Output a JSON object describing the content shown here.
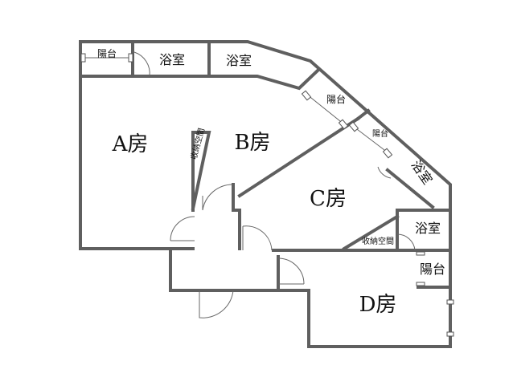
{
  "floor_plan": {
    "rooms": {
      "room_a": "A房",
      "room_b": "B房",
      "room_c": "C房",
      "room_d": "D房"
    },
    "labels": {
      "balcony_a": "陽台",
      "bath_a": "浴室",
      "bath_b": "浴室",
      "balcony_b": "陽台",
      "balcony_c": "陽台",
      "bath_c": "浴室",
      "bath_d": "浴室",
      "storage_b": "收納空間",
      "storage_d": "收納空間",
      "balcony_d": "陽台"
    },
    "colors": {
      "wall": "#5f5f5f",
      "background": "#ffffff",
      "text": "#111111"
    }
  }
}
